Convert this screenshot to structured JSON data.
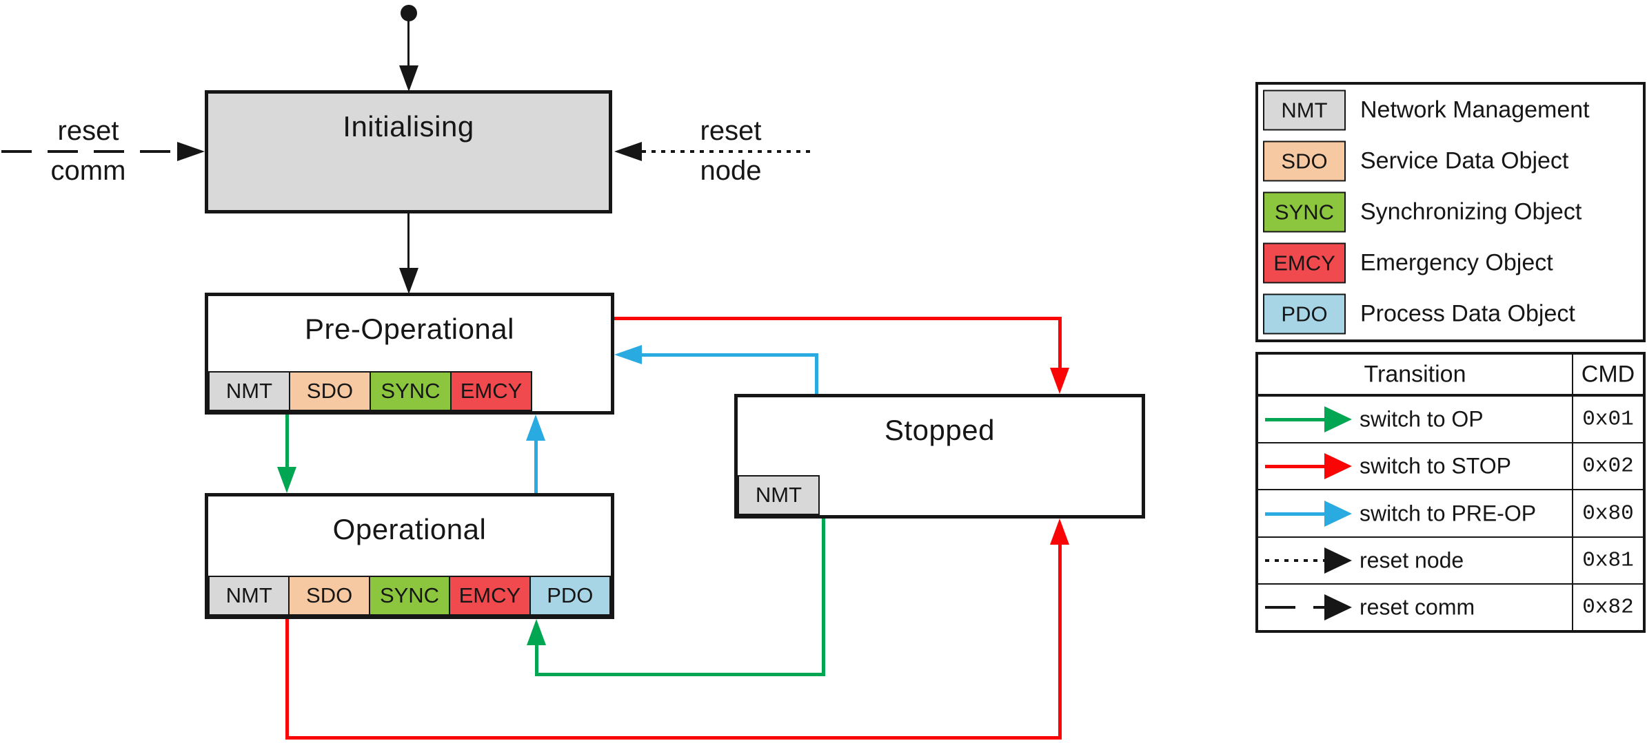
{
  "colors": {
    "black": "#161616",
    "green": "#00A651",
    "red": "#F90505",
    "blue": "#29ABE2",
    "state_fill": "#D9D9D9",
    "chip": {
      "NMT": "#D8D8D8",
      "SDO": "#F6C9A2",
      "SYNC": "#8CC63F",
      "EMCY": "#F0494E",
      "PDO": "#A7D5E5"
    }
  },
  "diagram": {
    "states": {
      "initialising": {
        "title": "Initialising"
      },
      "pre_operational": {
        "title": "Pre-Operational",
        "services": [
          "NMT",
          "SDO",
          "SYNC",
          "EMCY"
        ]
      },
      "operational": {
        "title": "Operational",
        "services": [
          "NMT",
          "SDO",
          "SYNC",
          "EMCY",
          "PDO"
        ]
      },
      "stopped": {
        "title": "Stopped",
        "services": [
          "NMT"
        ]
      }
    },
    "edge_labels": {
      "reset_comm": {
        "top": "reset",
        "bottom": "comm"
      },
      "reset_node": {
        "top": "reset",
        "bottom": "node"
      }
    }
  },
  "legend": {
    "rows": [
      {
        "tag": "NMT",
        "label": "Network Management"
      },
      {
        "tag": "SDO",
        "label": "Service Data Object"
      },
      {
        "tag": "SYNC",
        "label": "Synchronizing Object"
      },
      {
        "tag": "EMCY",
        "label": "Emergency Object"
      },
      {
        "tag": "PDO",
        "label": "Process Data Object"
      }
    ]
  },
  "transition_table": {
    "header": {
      "transition": "Transition",
      "cmd": "CMD"
    },
    "rows": [
      {
        "label": "switch to OP",
        "cmd": "0x01",
        "arrow_color": "#00A651",
        "arrow_style": "solid"
      },
      {
        "label": "switch to STOP",
        "cmd": "0x02",
        "arrow_color": "#F90505",
        "arrow_style": "solid"
      },
      {
        "label": "switch to PRE-OP",
        "cmd": "0x80",
        "arrow_color": "#29ABE2",
        "arrow_style": "solid"
      },
      {
        "label": "reset node",
        "cmd": "0x81",
        "arrow_color": "#161616",
        "arrow_style": "dotted"
      },
      {
        "label": "reset comm",
        "cmd": "0x82",
        "arrow_color": "#161616",
        "arrow_style": "dashed"
      }
    ]
  }
}
